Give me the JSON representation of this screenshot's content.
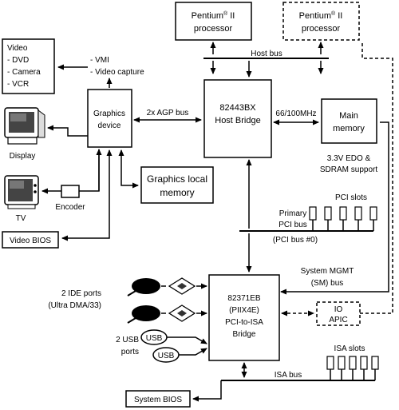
{
  "cpu1": {
    "name": "Pentium",
    "reg": "®",
    "suffix": " II",
    "line2": "processor"
  },
  "cpu2": {
    "name": "Pentium",
    "reg": "®",
    "suffix": " II",
    "line2": "processor"
  },
  "host_bus": "Host bus",
  "video_sources": {
    "title": "Video",
    "items": [
      "- DVD",
      "- Camera",
      "- VCR"
    ]
  },
  "vmi": "- VMI",
  "video_capture": "- Video capture",
  "graphics_device": {
    "line1": "Graphics",
    "line2": "device"
  },
  "agp_bus": "2x AGP bus",
  "host_bridge": {
    "line1": "82443BX",
    "line2": "Host Bridge"
  },
  "mem_speed": "66/100MHz",
  "main_memory": {
    "line1": "Main",
    "line2": "memory"
  },
  "mem_support": {
    "line1": "3.3V EDO &",
    "line2": "SDRAM support"
  },
  "display": "Display",
  "tv": "TV",
  "encoder": "Encoder",
  "graphics_local_memory": {
    "line1": "Graphics local",
    "line2": "memory"
  },
  "pci_slots": "PCI slots",
  "primary_pci": {
    "line1": "Primary",
    "line2": "PCI bus",
    "line3": "(PCI bus #0)"
  },
  "video_bios": "Video BIOS",
  "sm_bus": {
    "line1": "System MGMT",
    "line2": "(SM) bus"
  },
  "ide_ports": {
    "line1": "2 IDE ports",
    "line2": "(Ultra DMA/33)"
  },
  "piix": {
    "line1": "82371EB",
    "line2": "(PIIX4E)",
    "line3": "PCI-to-ISA",
    "line4": "Bridge"
  },
  "io_apic": {
    "line1": "IO",
    "line2": "APIC"
  },
  "usb_ports": {
    "line1": "2 USB",
    "line2": "ports"
  },
  "usb_label": "USB",
  "isa_slots": "ISA slots",
  "isa_bus": "ISA bus",
  "system_bios": "System BIOS"
}
